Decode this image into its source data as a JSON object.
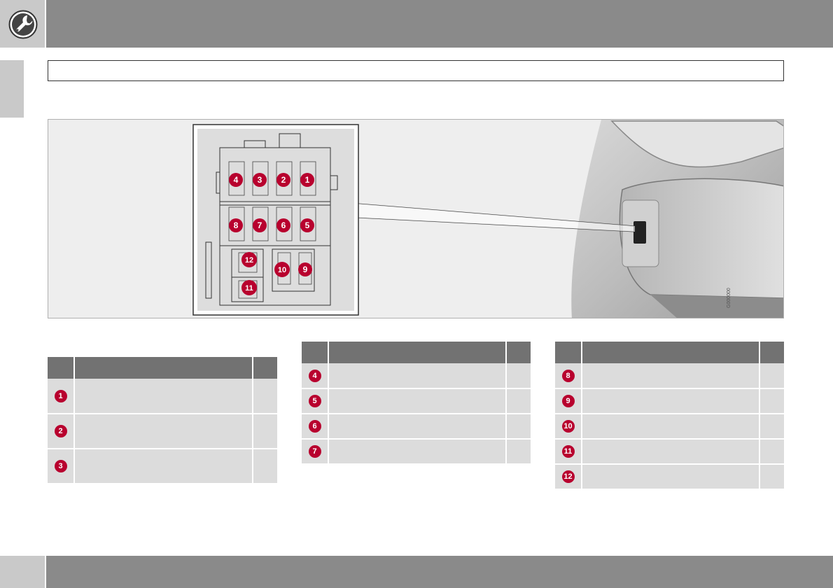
{
  "figure": {
    "code": "G000000",
    "fuse_labels": [
      "1",
      "2",
      "3",
      "4",
      "5",
      "6",
      "7",
      "8",
      "9",
      "10",
      "11",
      "12"
    ]
  },
  "tables": {
    "left": {
      "rows": [
        {
          "badge": "1"
        },
        {
          "badge": "2"
        },
        {
          "badge": "3"
        }
      ]
    },
    "middle": {
      "rows": [
        {
          "badge": "4"
        },
        {
          "badge": "5"
        },
        {
          "badge": "6"
        },
        {
          "badge": "7"
        }
      ]
    },
    "right": {
      "rows": [
        {
          "badge": "8"
        },
        {
          "badge": "9"
        },
        {
          "badge": "10"
        },
        {
          "badge": "11"
        },
        {
          "badge": "12"
        }
      ]
    }
  },
  "colors": {
    "header_bar": "#8a8a8a",
    "tab_light": "#c9c9c9",
    "table_header": "#727272",
    "table_cell": "#dcdcdc",
    "badge_red": "#b8002e"
  },
  "icons": {
    "header": "wrench-icon"
  }
}
